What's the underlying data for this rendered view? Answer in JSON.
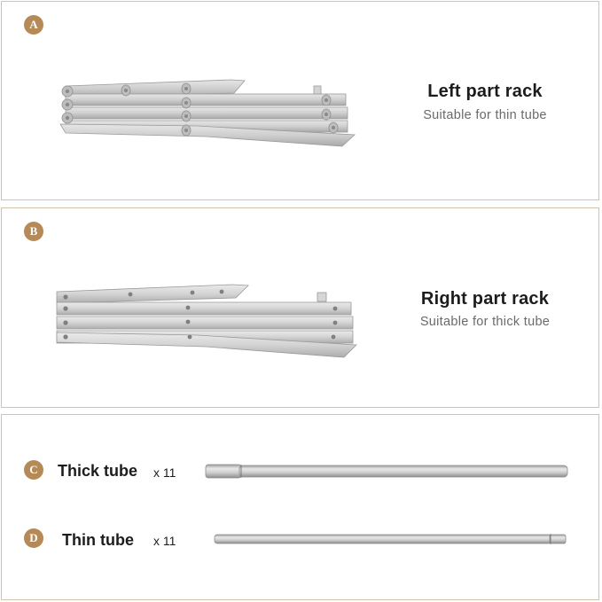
{
  "panels": [
    {
      "badge": "A",
      "title": "Left part rack",
      "subtitle": "Suitable for thin tube"
    },
    {
      "badge": "B",
      "title": "Right part rack",
      "subtitle": "Suitable for thick tube"
    }
  ],
  "parts": [
    {
      "badge": "C",
      "name": "Thick tube",
      "quantity": "x 11"
    },
    {
      "badge": "D",
      "name": "Thin tube",
      "quantity": "x 11"
    }
  ],
  "colors": {
    "badge": "#b58a57",
    "border": "#cfc3a8",
    "metal": "#c9c9c9",
    "metal_dark": "#a9a9a9"
  }
}
